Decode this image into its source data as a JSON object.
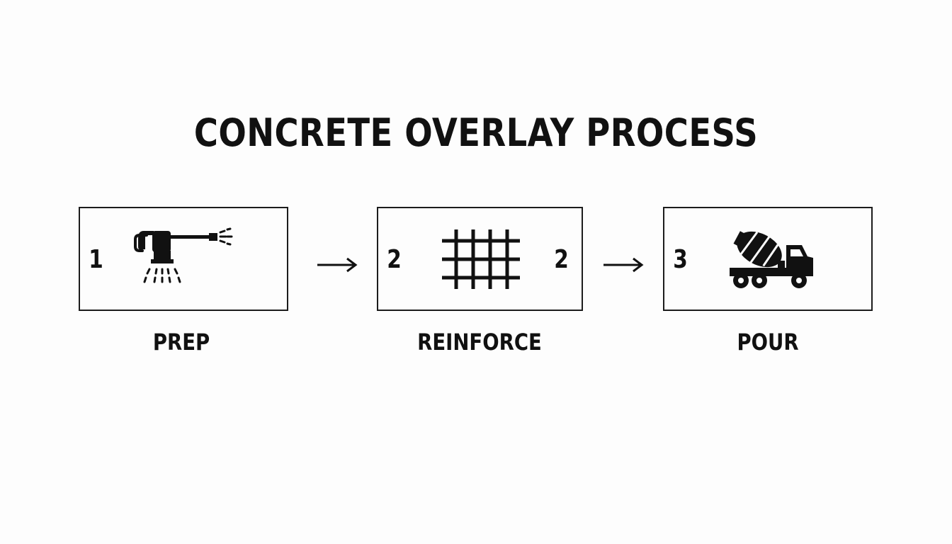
{
  "title": "CONCRETE OVERLAY PROCESS",
  "steps": [
    {
      "numbers": [
        "1"
      ],
      "icon": "pressure-washer-icon",
      "label": "PREP"
    },
    {
      "numbers": [
        "2",
        "2"
      ],
      "icon": "rebar-grid-icon",
      "label": "REINFORCE"
    },
    {
      "numbers": [
        "3"
      ],
      "icon": "concrete-mixer-truck-icon",
      "label": "POUR"
    }
  ],
  "colors": {
    "ink": "#111111",
    "background": "#fdfdfd"
  }
}
